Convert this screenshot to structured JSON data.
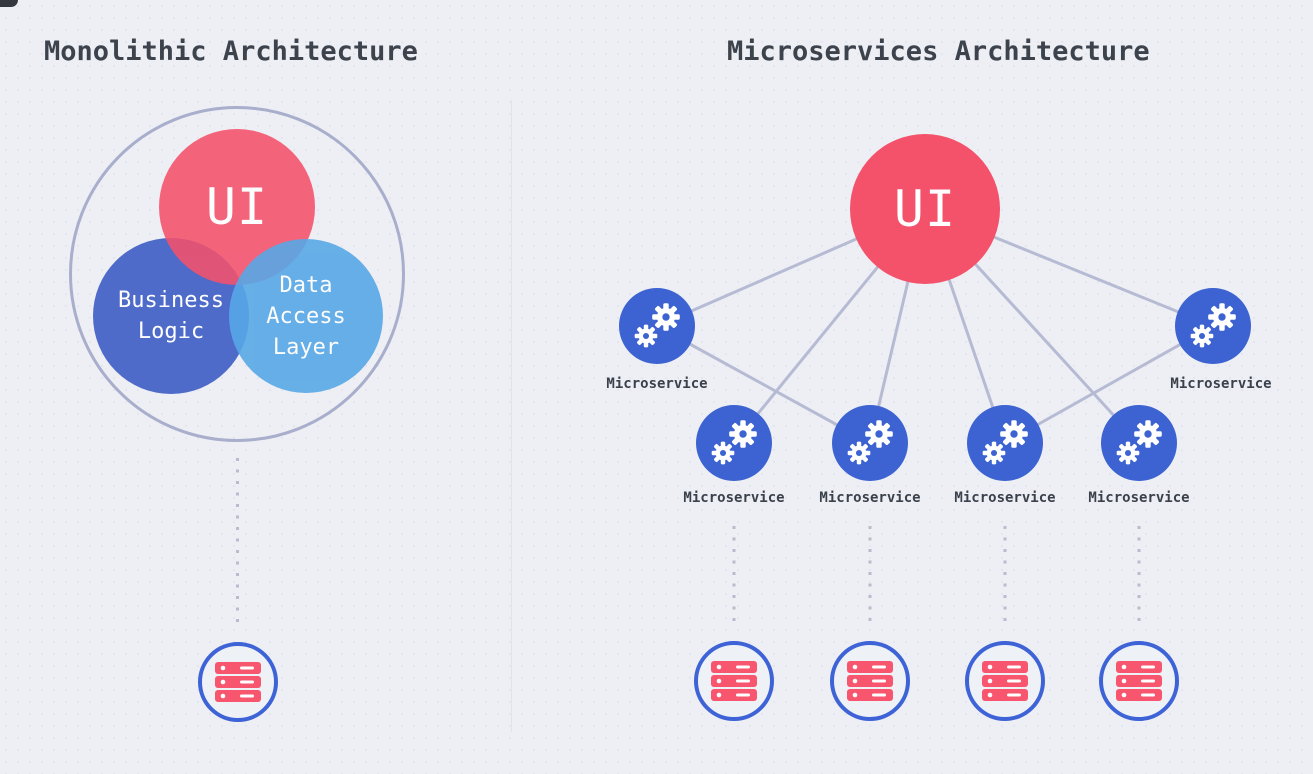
{
  "colors": {
    "page_bg": "#edeff4",
    "grid_dot": "#e3e6ee",
    "ui_red": "#f4516b",
    "business_blue": "#4e6bca",
    "data_blue": "#58a7e6",
    "node_blue": "#3c63d1",
    "db_ring_blue": "#3d63d6",
    "db_server_red": "#f8566e",
    "connector_gray": "#b6bbd3",
    "outer_ring_gray": "#a8aecb",
    "dotted_gray": "#b8bccd",
    "title_text": "#3d434d",
    "label_text": "#3b414b"
  },
  "monolith": {
    "title": "Monolithic Architecture",
    "ui_label": "UI",
    "business_lines": [
      "Business",
      "Logic"
    ],
    "data_lines": [
      "Data",
      "Access",
      "Layer"
    ]
  },
  "microservices": {
    "title": "Microservices Architecture",
    "ui_label": "UI",
    "nodes": [
      {
        "label": "Microservice"
      },
      {
        "label": "Microservice"
      },
      {
        "label": "Microservice"
      },
      {
        "label": "Microservice"
      },
      {
        "label": "Microservice"
      },
      {
        "label": "Microservice"
      }
    ]
  }
}
